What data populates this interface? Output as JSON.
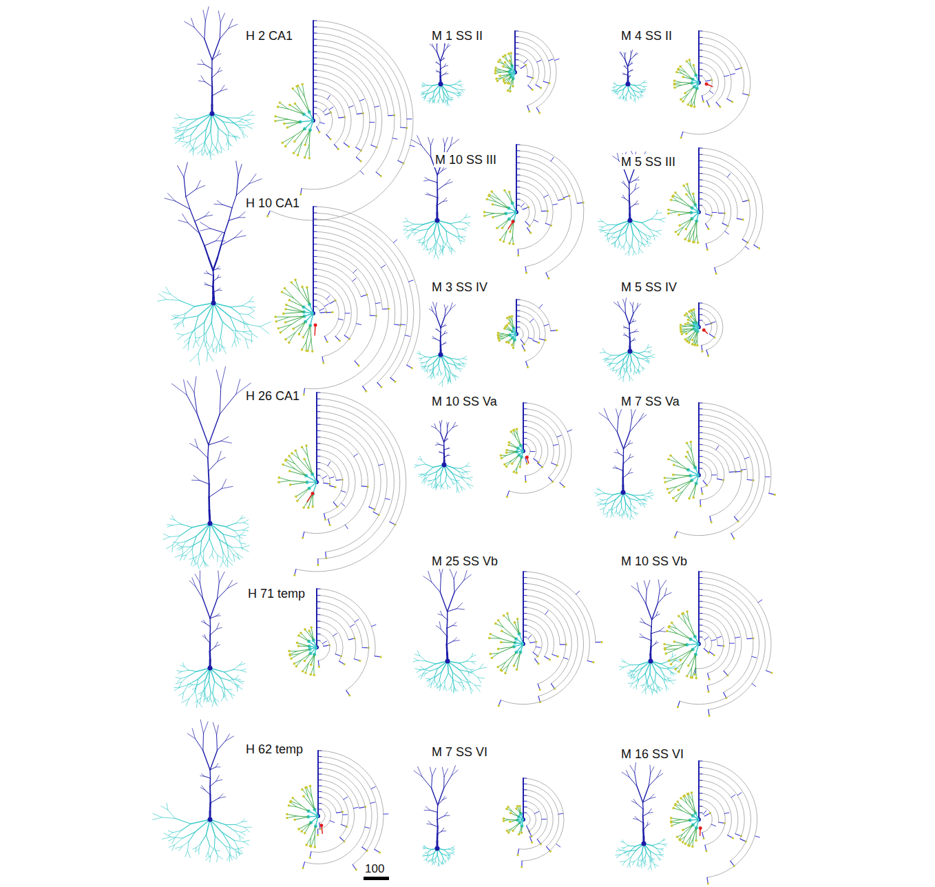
{
  "diagram": {
    "labels": [
      "H 2 CA1",
      "M 1 SS II",
      "M 4 SS II",
      "M 10 SS III",
      "M 5 SS III",
      "H 10 CA1",
      "M 3 SS IV",
      "M 5 SS IV",
      "H 26 CA1",
      "M 10 SS Va",
      "M 7 SS Va",
      "H 71 temp",
      "M 25 SS Vb",
      "M 10 SS Vb",
      "H 62 temp",
      "M 7 SS VI",
      "M 16 SS VI",
      "100"
    ]
  }
}
